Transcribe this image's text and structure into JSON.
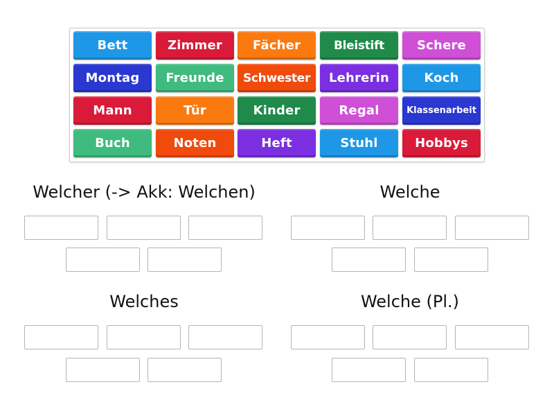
{
  "tiles": [
    {
      "label": "Bett",
      "color": "#1e98e6"
    },
    {
      "label": "Zimmer",
      "color": "#d91a38"
    },
    {
      "label": "Fächer",
      "color": "#fb7a10"
    },
    {
      "label": "Bleistift",
      "color": "#1f8a4a"
    },
    {
      "label": "Schere",
      "color": "#cf4fd6"
    },
    {
      "label": "Montag",
      "color": "#2a37d0"
    },
    {
      "label": "Freunde",
      "color": "#3fbb7f"
    },
    {
      "label": "Schwester",
      "color": "#f04a0c"
    },
    {
      "label": "Lehrerin",
      "color": "#7b2fe0"
    },
    {
      "label": "Koch",
      "color": "#1e98e6"
    },
    {
      "label": "Mann",
      "color": "#d91a38"
    },
    {
      "label": "Tür",
      "color": "#fb7a10"
    },
    {
      "label": "Kinder",
      "color": "#1f8a4a"
    },
    {
      "label": "Regal",
      "color": "#cf4fd6"
    },
    {
      "label": "Klassenarbeit",
      "color": "#2a37d0"
    },
    {
      "label": "Buch",
      "color": "#3fbb7f"
    },
    {
      "label": "Noten",
      "color": "#f04a0c"
    },
    {
      "label": "Heft",
      "color": "#7b2fe0"
    },
    {
      "label": "Stuhl",
      "color": "#1e98e6"
    },
    {
      "label": "Hobbys",
      "color": "#d91a38"
    }
  ],
  "groups": [
    {
      "title": "Welcher (-> Akk: Welchen)",
      "slot_count": 5
    },
    {
      "title": "Welche",
      "slot_count": 5
    },
    {
      "title": "Welches",
      "slot_count": 5
    },
    {
      "title": "Welche (Pl.)",
      "slot_count": 5
    }
  ]
}
